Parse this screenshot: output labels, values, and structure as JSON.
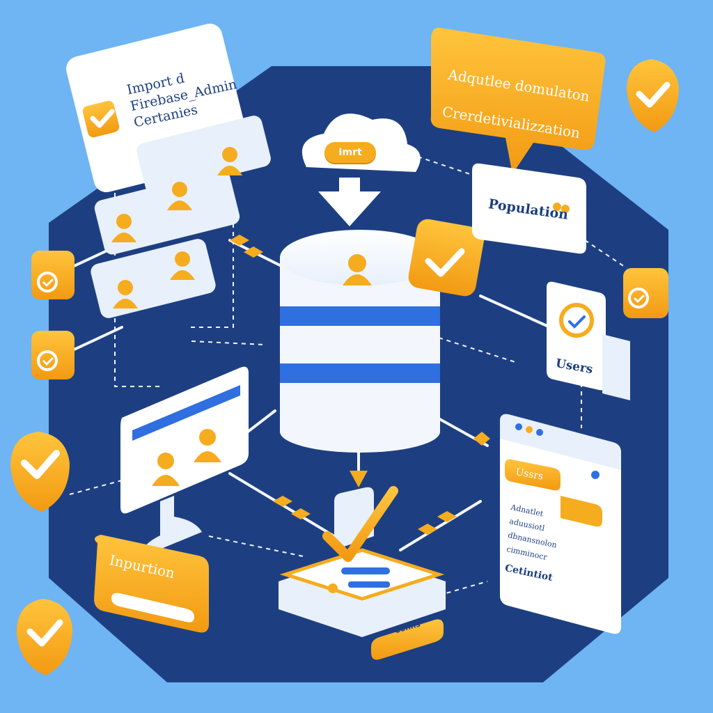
{
  "colors": {
    "background": "#6fb4f3",
    "platform": "#1d3f82",
    "accent_orange": "#f6ac1f",
    "accent_blue": "#2f6fe0",
    "white": "#ffffff",
    "line": "#ffffff"
  },
  "cards": {
    "firebase_note": "Import d\nFirebase_Admin\nCertanies",
    "cloud_button": "Imrt",
    "top_right_note": "Adqutlee domulaton\nCrerdetivializzation",
    "population_card": "Population",
    "users_card": "Users",
    "browser_pill": "Ussrs",
    "browser_lines": [
      "Adnatlet",
      "aduusiotl",
      "dbnansnolon",
      "cimminocr"
    ],
    "browser_footer": "Cetintiot",
    "bottom_left_card": "Inpurtion",
    "bottom_badge": "Conns"
  },
  "icons": [
    "check-icon",
    "user-icon",
    "cloud-icon",
    "database-icon",
    "monitor-icon",
    "document-icon",
    "browser-window-icon"
  ]
}
